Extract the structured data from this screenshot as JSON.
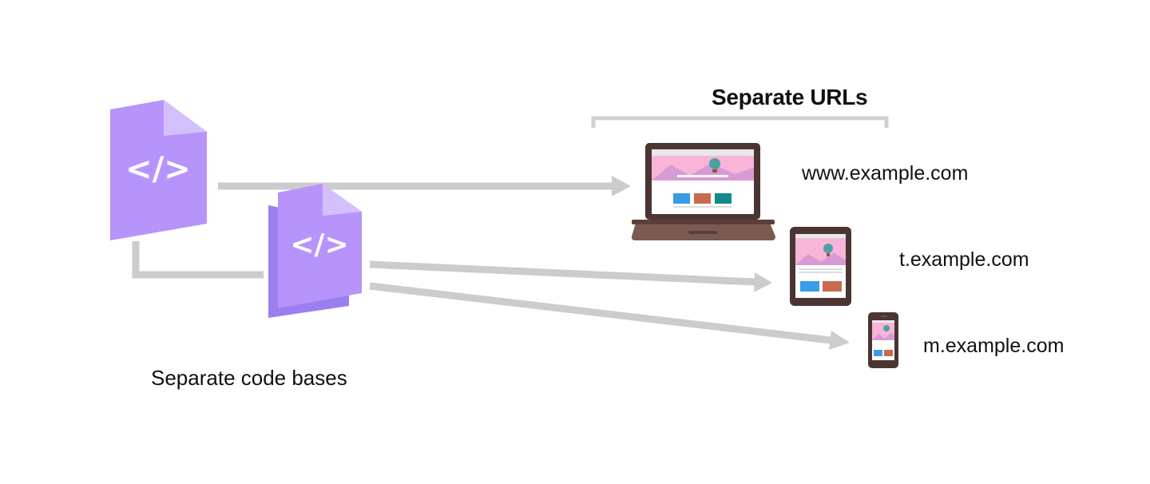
{
  "heading": "Separate URLs",
  "caption": "Separate code bases",
  "urls": {
    "desktop": "www.example.com",
    "tablet": "t.example.com",
    "mobile": "m.example.com"
  },
  "icons": {
    "code_file_primary": "code-file-icon",
    "code_file_secondary": "code-file-icon",
    "laptop": "laptop-icon",
    "tablet": "tablet-icon",
    "phone": "phone-icon"
  },
  "colors": {
    "arrow": "#cccccc",
    "file": "#b794fb",
    "file_dark": "#9d7ef0",
    "device_frame": "#4a3531",
    "text": "#111111"
  }
}
